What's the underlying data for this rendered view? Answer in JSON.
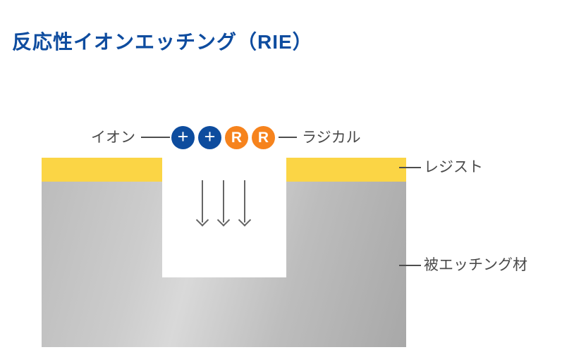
{
  "title": {
    "text": "反応性イオンエッチング（RIE）"
  },
  "diagram": {
    "particles": {
      "ion_label": "イオン",
      "radical_label": "ラジカル",
      "items": [
        {
          "kind": "ion",
          "symbol": "+"
        },
        {
          "kind": "ion",
          "symbol": "+"
        },
        {
          "kind": "radical",
          "symbol": "R"
        },
        {
          "kind": "radical",
          "symbol": "R"
        }
      ]
    },
    "layers": {
      "resist_label": "レジスト",
      "substrate_label": "被エッチング材"
    },
    "etch_arrows_count": 3
  },
  "colors": {
    "title": "#0e4c9f",
    "ion": "#0d4c9e",
    "radical": "#f6831d",
    "resist": "#fbd545",
    "substrate_light": "#d9d9d9",
    "substrate_mid": "#bcbcbc",
    "substrate_dark": "#a8a8a8",
    "label": "#4a4a4a",
    "line": "#4d4d4d",
    "arrow": "#666666",
    "background": "#ffffff"
  }
}
